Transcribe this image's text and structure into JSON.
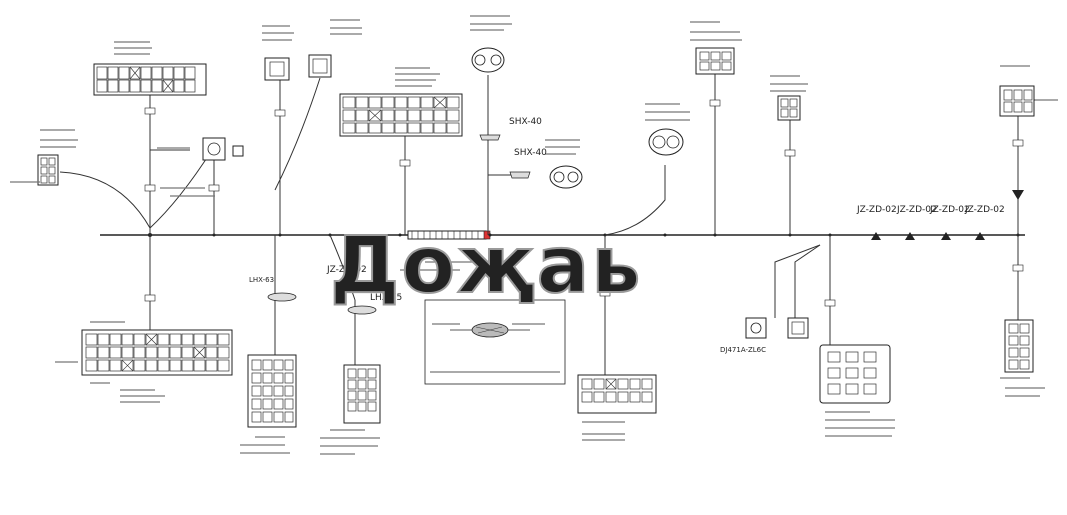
{
  "watermark": "Доҗаь",
  "wire_codes": {
    "w1": "SHX-40",
    "w2": "SHX-40",
    "w3": "JZ-ZD-02",
    "w4": "JZ-ZD-02",
    "w5": "JZ-ZD-02",
    "w6": "JZ-ZD-02",
    "w7": "JZ-ZD-02",
    "w8": "LHX-63",
    "w9": "LHX-75",
    "w10": "DJ471A-ZL6C"
  },
  "colors": {
    "line": "#333333",
    "watermark": "#9a9a9a"
  }
}
